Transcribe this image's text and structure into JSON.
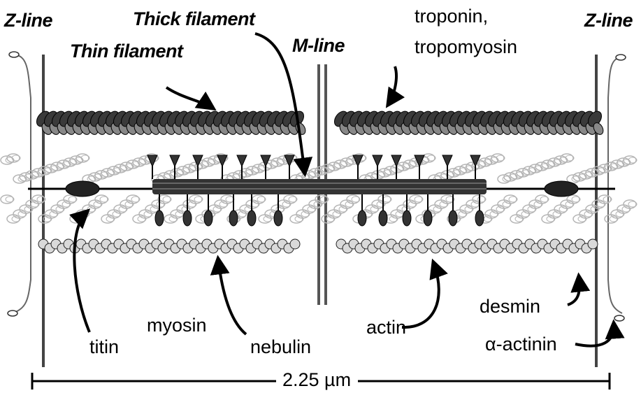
{
  "labels": {
    "z_line_left": "Z-line",
    "z_line_right": "Z-line",
    "thick_filament": "Thick filament",
    "thin_filament": "Thin filament",
    "m_line": "M-line",
    "troponin": "troponin,",
    "tropomyosin": "tropomyosin",
    "titin": "titin",
    "myosin": "myosin",
    "nebulin": "nebulin",
    "actin": "actin",
    "desmin": "desmin",
    "alpha_actinin": "α-actinin"
  },
  "scale_bar": {
    "label": "2.25 µm"
  },
  "colors": {
    "ink": "#000000",
    "thin_filament": "#3a3a3a",
    "titin_fuzz": "#b5b5b5",
    "actin_bead": "#d9d9d9"
  }
}
